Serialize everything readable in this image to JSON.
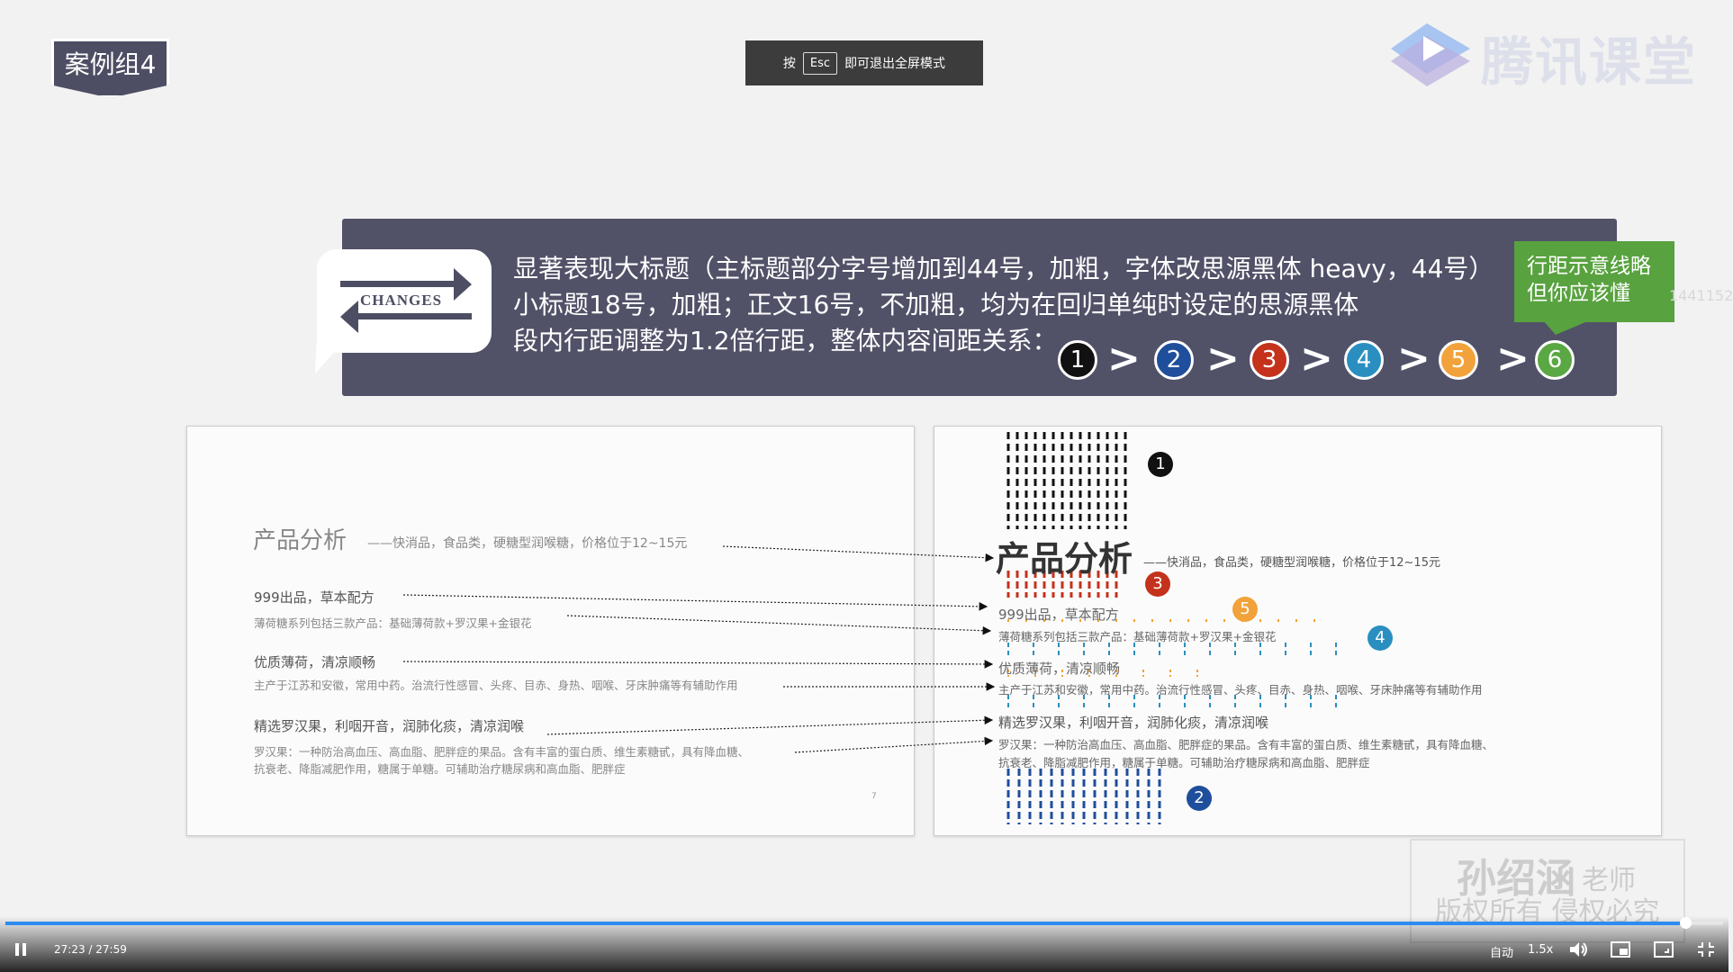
{
  "badge": {
    "label": "案例组4"
  },
  "esc_banner": {
    "prefix": "按",
    "key": "Esc",
    "suffix": "即可退出全屏模式"
  },
  "logo": {
    "text": "腾讯课堂"
  },
  "band": {
    "icon_label": "CHANGES",
    "line1": "显著表现大标题（主标题部分字号增加到44号，加粗，字体改思源黑体 heavy，44号）",
    "line2": "小标题18号，加粗；正文16号，不加粗，均为在回归单纯时设定的思源黑体",
    "line3": "段内行距调整为1.2倍行距，整体内容间距关系：",
    "order": [
      "1",
      "2",
      "3",
      "4",
      "5",
      "6"
    ],
    "order_colors": [
      "#111111",
      "#1f4e9c",
      "#c4321c",
      "#2a8fc0",
      "#f2a23a",
      "#5aa844"
    ]
  },
  "green_note": {
    "line1": "行距示意线略",
    "line2": "但你应该懂"
  },
  "overflow_number": "1441152",
  "left_slide": {
    "title": "产品分析",
    "subtitle": "——快消品，食品类，硬糖型润喉糖，价格位于12~15元",
    "h1": "999出品，草本配方",
    "p1": "薄荷糖系列包括三款产品：基础薄荷款+罗汉果+金银花",
    "h2": "优质薄荷，清凉顺畅",
    "p2": "主产于江苏和安徽，常用中药。治流行性感冒、头疼、目赤、身热、咽喉、牙床肿痛等有辅助作用",
    "h3": "精选罗汉果，利咽开音，润肺化痰，清凉润喉",
    "p3a": "罗汉果：一种防治高血压、高血脂、肥胖症的果品。含有丰富的蛋白质、维生素糖甙，具有降血糖、",
    "p3b": "抗衰老、降脂减肥作用，糖属于单糖。可辅助治疗糖尿病和高血脂、肥胖症",
    "page_number": "7"
  },
  "right_slide": {
    "title": "产品分析",
    "subtitle": "——快消品，食品类，硬糖型润喉糖，价格位于12~15元",
    "h1": "999出品，草本配方",
    "p1": "薄荷糖系列包括三款产品：基础薄荷款+罗汉果+金银花",
    "h2": "优质薄荷，清凉顺畅",
    "p2": "主产于江苏和安徽，常用中药。治流行性感冒、头疼、目赤、身热、咽喉、牙床肿痛等有辅助作用",
    "h3": "精选罗汉果，利咽开音，润肺化痰，清凉润喉",
    "p3a": "罗汉果：一种防治高血压、高血脂、肥胖症的果品。含有丰富的蛋白质、维生素糖甙，具有降血糖、",
    "p3b": "抗衰老、降脂减肥作用，糖属于单糖。可辅助治疗糖尿病和高血脂、肥胖症",
    "markers": [
      "1",
      "3",
      "5",
      "4",
      "2"
    ]
  },
  "watermark": {
    "name": "孙绍涵",
    "title": "老师",
    "copyright": "版权所有 侵权必究"
  },
  "player": {
    "time": "27:23 / 27:59",
    "quality": "自动",
    "speed": "1.5x",
    "progress_fraction": 0.978,
    "accent": "#2d8cf0"
  }
}
